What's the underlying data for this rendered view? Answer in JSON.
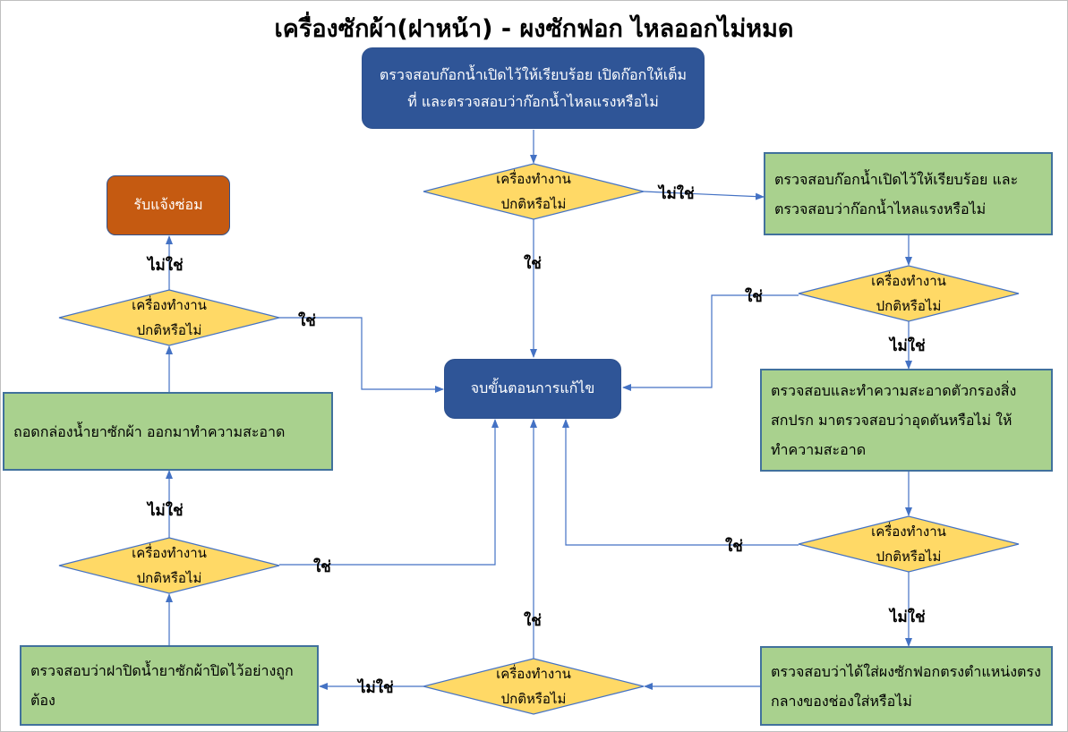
{
  "title": "เครื่องซักผ้า(ฝาหน้า) - ผงซักฟอก ไหลออกไม่หมด",
  "nodes": {
    "start": "ตรวจสอบก๊อกน้ำเปิดไว้ให้เรียบร้อย เปิดก๊อกให้เต็มที่  และตรวจสอบว่าก๊อกน้ำไหลแรงหรือไม่",
    "decision_line1": "เครื่องทำงาน",
    "decision_line2": "ปกติหรือไม่",
    "right_step1": "ตรวจสอบก๊อกน้ำเปิดไว้ให้เรียบร้อย และตรวจสอบว่าก๊อกน้ำไหลแรงหรือไม่",
    "right_step2": "ตรวจสอบและทำความสะอาดตัวกรองสิ่งสกปรก มาตรวจสอบว่าอุดตันหรือไม่ ให้ทำความสะอาด",
    "right_step3": "ตรวจสอบว่าได้ใส่ผงซักฟอกตรงตำแหน่งตรงกลางของช่องใส่หรือไม่",
    "left_step1": "ตรวจสอบว่าฝาปิดน้ำยาซักผ้าปิดไว้อย่างถูกต้อง",
    "left_step2": "ถอดกล่องน้ำยาซักผ้า ออกมาทำความสะอาด",
    "end": "จบขั้นตอนการแก้ไข",
    "repair": "รับแจ้งซ่อม"
  },
  "labels": {
    "yes": "ใช่",
    "no": "ไม่ใช่"
  },
  "colors": {
    "process": "#a9d18e",
    "decision": "#ffd966",
    "terminal": "#2f5597",
    "repair": "#c55a11",
    "arrow": "#4472c4"
  }
}
